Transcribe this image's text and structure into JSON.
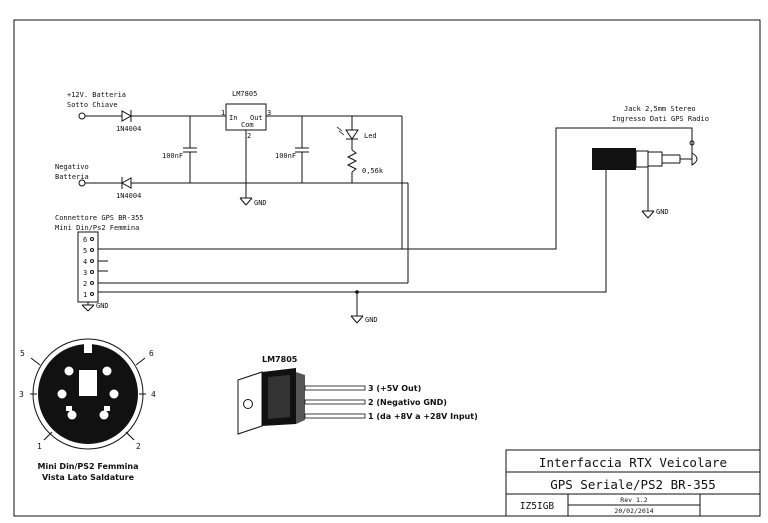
{
  "supply": {
    "pos_line1": "+12V. Batteria",
    "pos_line2": "Sotto Chiave",
    "neg_line1": "Negativo",
    "neg_line2": "Batteria",
    "diode1": "1N4004",
    "diode2": "1N4004",
    "cap1": "100nF",
    "cap2": "100nF",
    "led": "Led",
    "resistor": "0,56k"
  },
  "regulator": {
    "title": "LM7805",
    "pin_in": "In",
    "pin_out": "Out",
    "pin_com": "Com",
    "pin1": "1",
    "pin2": "2",
    "pin3": "3"
  },
  "gnd_labels": [
    "GND",
    "GND",
    "GND",
    "GND"
  ],
  "jack": {
    "line1": "Jack 2,5mm Stereo",
    "line2": "Ingresso Dati GPS Radio"
  },
  "connector": {
    "line1": "Connettore GPS BR-355",
    "line2": "Mini Din/Ps2 Femmina",
    "pins": [
      "6",
      "5",
      "4",
      "3",
      "2",
      "1"
    ]
  },
  "din_view": {
    "pins": [
      "5",
      "6",
      "3",
      "4",
      "1",
      "2"
    ],
    "caption1": "Mini Din/PS2 Femmina",
    "caption2": "Vista Lato Saldature"
  },
  "package": {
    "title": "LM7805",
    "pin3": "3  (+5V Out)",
    "pin2": "2  (Negativo GND)",
    "pin1": "1  (da +8V a +28V Input)"
  },
  "title_block": {
    "title": "Interfaccia RTX Veicolare",
    "subtitle": "GPS Seriale/PS2 BR-355",
    "author": "IZ5IGB",
    "rev": "Rev 1.2",
    "date": "20/02/2014"
  }
}
